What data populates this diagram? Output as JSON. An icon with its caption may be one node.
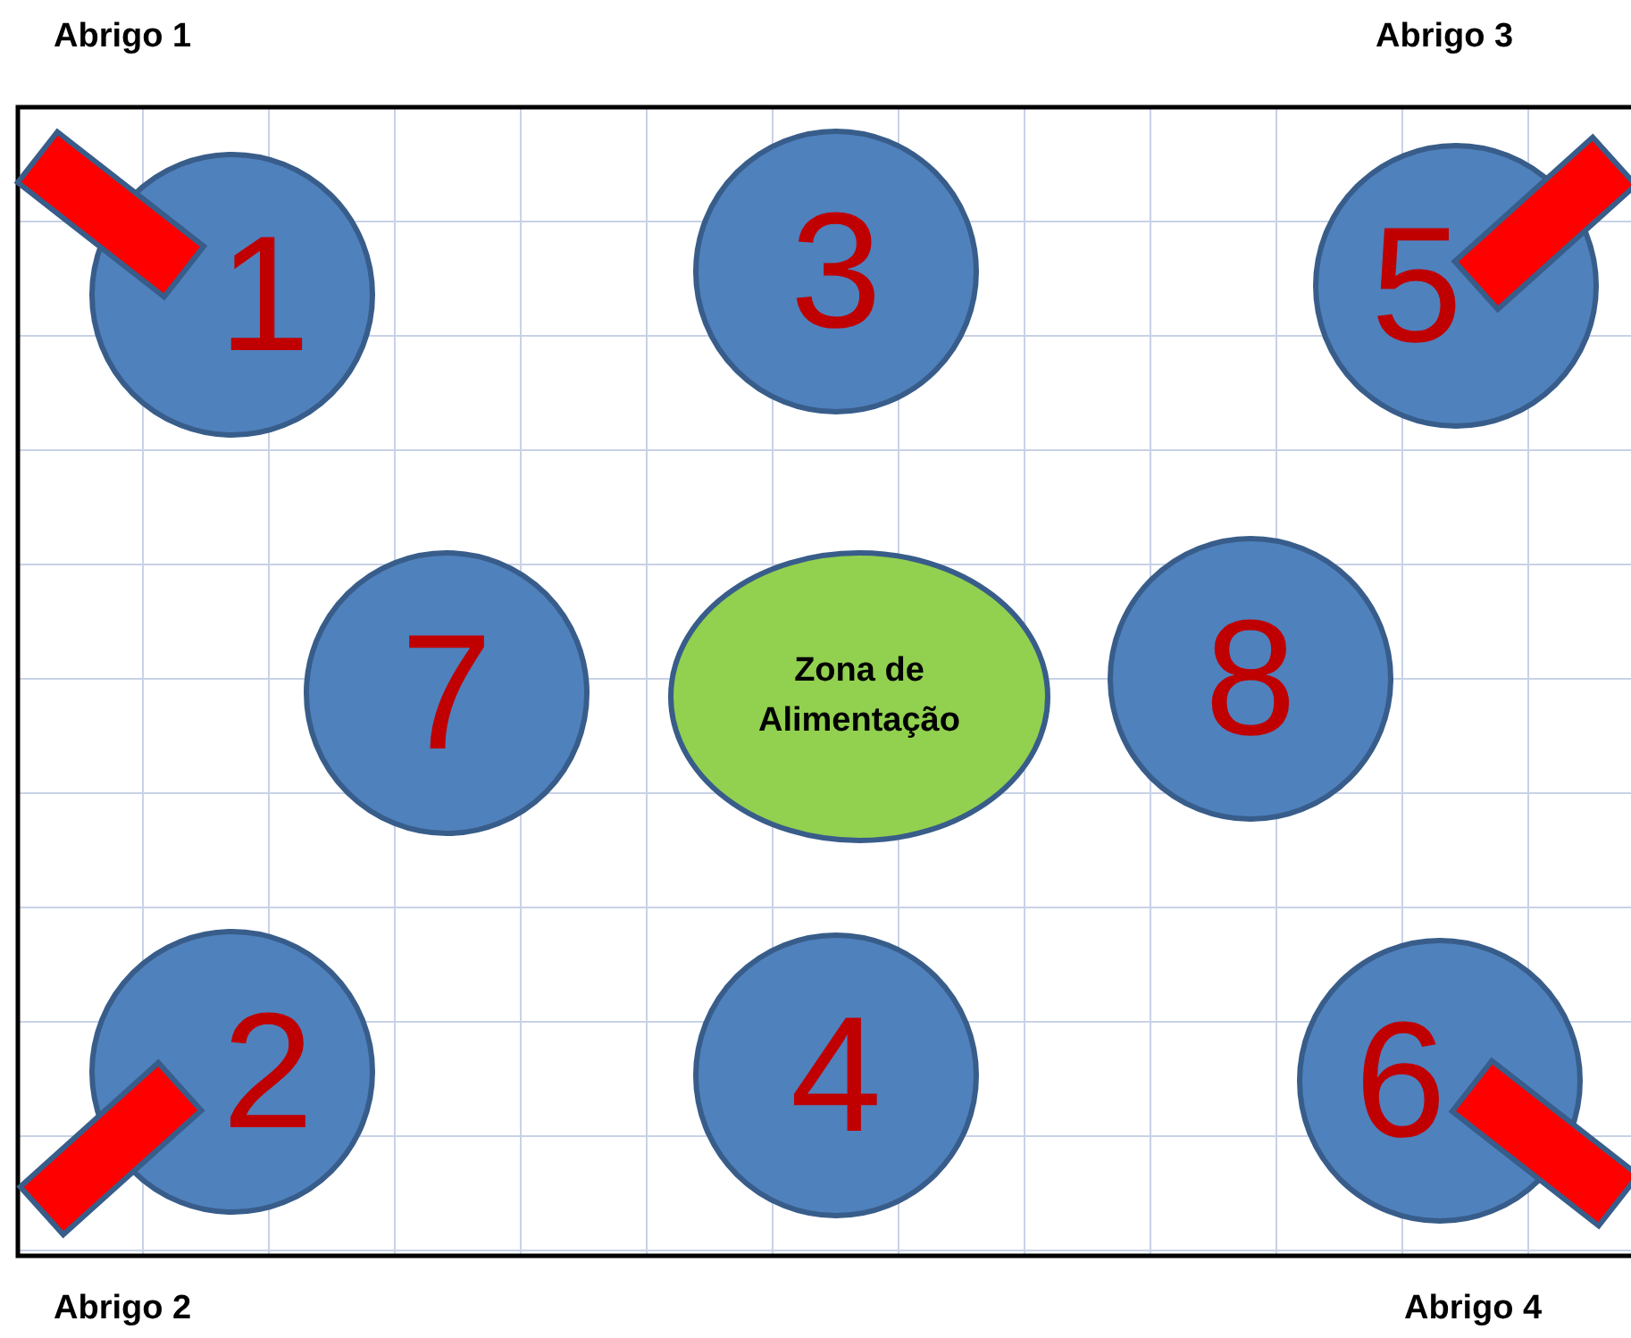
{
  "diagram": {
    "nodes": [
      {
        "text": [
          "1"
        ]
      },
      {
        "text": [
          "3"
        ]
      },
      {
        "text": [
          "5"
        ]
      },
      {
        "text": [
          "7"
        ]
      },
      {
        "text": [
          "Zona de Alimentação"
        ]
      },
      {
        "text": [
          "8"
        ]
      },
      {
        "text": [
          "2"
        ]
      },
      {
        "text": [
          "4"
        ]
      },
      {
        "text": [
          "6"
        ]
      },
      {
        "text": [],
        "shape": "box",
        "beside": [
          "Abrigo 1"
        ]
      },
      {
        "text": [],
        "shape": "box",
        "beside": [
          "Abrigo 3"
        ]
      },
      {
        "text": [],
        "shape": "box",
        "beside": [
          "Abrigo 2"
        ]
      },
      {
        "text": [],
        "shape": "box",
        "beside": [
          "Abrigo 4"
        ]
      }
    ],
    "edges": []
  }
}
